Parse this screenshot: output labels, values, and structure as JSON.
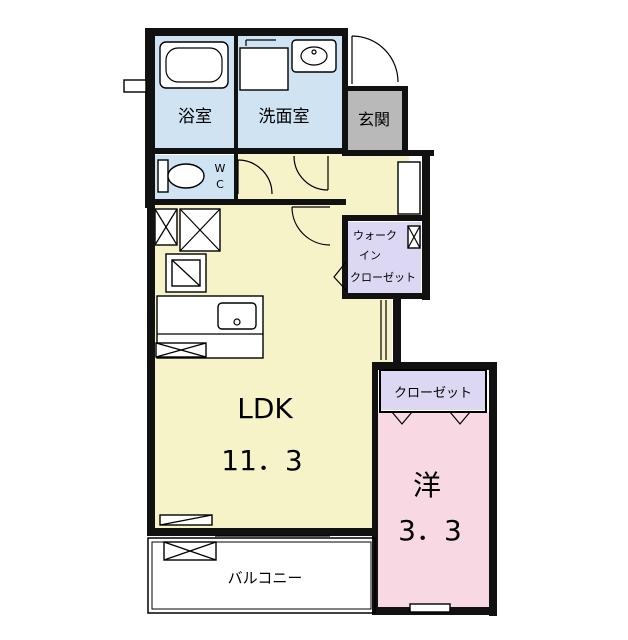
{
  "rooms": {
    "bath": {
      "label": "浴室",
      "color": "#cfe3f3"
    },
    "washroom": {
      "label": "洗面室",
      "color": "#cfe3f3"
    },
    "entrance": {
      "label": "玄関",
      "color": "#b9b9b9"
    },
    "wc": {
      "label": "W\nC",
      "label_top": "W",
      "label_bottom": "C",
      "color": "#cfe3f3"
    },
    "hall": {
      "color": "#f6f3c8"
    },
    "walkin": {
      "label_1": "ウォーク",
      "label_2": "イン",
      "label_3": "クローゼット",
      "color": "#dcd7f2"
    },
    "ldk": {
      "label": "LDK",
      "area": "11.3",
      "area_display": "11．3",
      "color": "#f6f3c8"
    },
    "western": {
      "label": "洋",
      "area_display": "3．3",
      "color": "#f8d8e3"
    },
    "closet": {
      "label": "クローゼット",
      "color": "#dcd7f2"
    },
    "balcony": {
      "label": "バルコニー",
      "color": "#ffffff"
    }
  }
}
